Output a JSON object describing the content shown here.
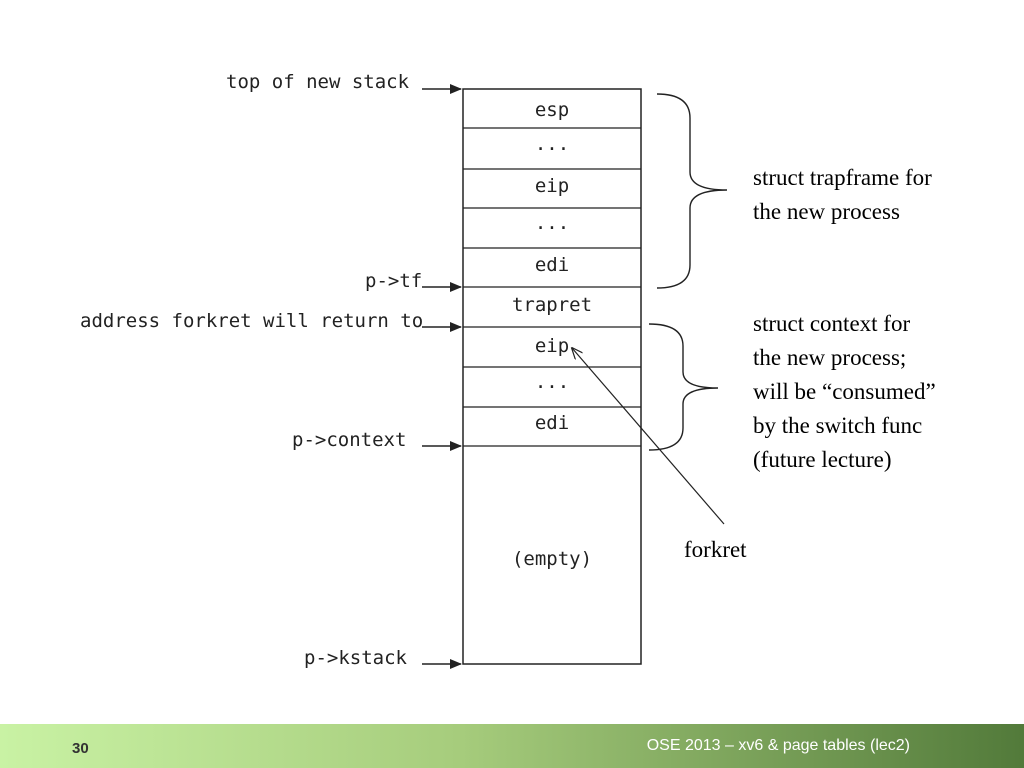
{
  "diagram": {
    "pointer_labels": {
      "top_of_stack": "top of new stack",
      "p_tf": "p->tf",
      "forkret_return": "address forkret will return to",
      "p_context": "p->context",
      "p_kstack": "p->kstack"
    },
    "stack_cells": [
      "esp",
      "...",
      "eip",
      "...",
      "edi",
      "trapret",
      "eip",
      "...",
      "edi",
      "(empty)"
    ],
    "annotations": {
      "trapframe": [
        "struct trapframe for",
        "the new process"
      ],
      "context": [
        "struct context for",
        "the new process;",
        "will be “consumed”",
        "by the switch func",
        "(future lecture)"
      ],
      "forkret": "forkret"
    }
  },
  "footer": {
    "slide_number": "30",
    "title": "OSE 2013 – xv6 & page tables (lec2)",
    "colors": {
      "gradient_start": "#c9f2a4",
      "gradient_mid": "#a6cc7c",
      "gradient_end": "#527a3a"
    }
  }
}
